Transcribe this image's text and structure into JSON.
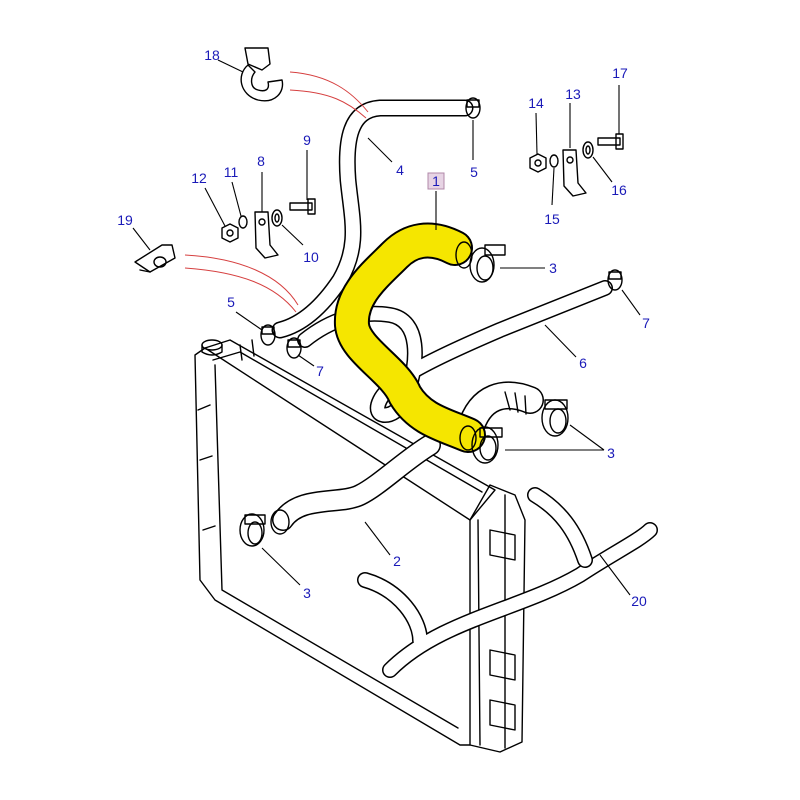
{
  "diagram": {
    "highlight_color": "#f5e600",
    "label_color": "#1a1ab8",
    "leader_color": "#d64040",
    "callouts": [
      {
        "id": "c-1",
        "text": "1"
      },
      {
        "id": "c-2",
        "text": "2"
      },
      {
        "id": "c-3a",
        "text": "3"
      },
      {
        "id": "c-3b",
        "text": "3"
      },
      {
        "id": "c-3c",
        "text": "3"
      },
      {
        "id": "c-4",
        "text": "4"
      },
      {
        "id": "c-5a",
        "text": "5"
      },
      {
        "id": "c-5b",
        "text": "5"
      },
      {
        "id": "c-6",
        "text": "6"
      },
      {
        "id": "c-7a",
        "text": "7"
      },
      {
        "id": "c-7b",
        "text": "7"
      },
      {
        "id": "c-8",
        "text": "8"
      },
      {
        "id": "c-9",
        "text": "9"
      },
      {
        "id": "c-10",
        "text": "10"
      },
      {
        "id": "c-11",
        "text": "11"
      },
      {
        "id": "c-12",
        "text": "12"
      },
      {
        "id": "c-13",
        "text": "13"
      },
      {
        "id": "c-14",
        "text": "14"
      },
      {
        "id": "c-15",
        "text": "15"
      },
      {
        "id": "c-16",
        "text": "16"
      },
      {
        "id": "c-17",
        "text": "17"
      },
      {
        "id": "c-18",
        "text": "18"
      },
      {
        "id": "c-19",
        "text": "19"
      },
      {
        "id": "c-20",
        "text": "20"
      }
    ]
  }
}
